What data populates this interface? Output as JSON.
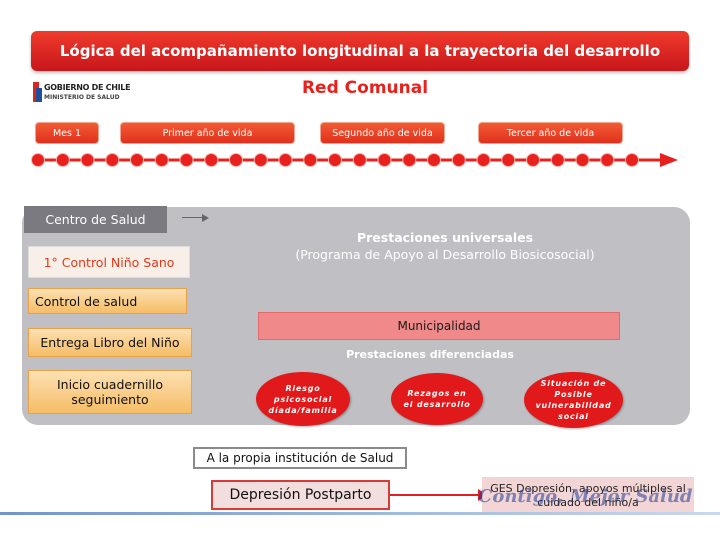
{
  "title": "Lógica del acompañamiento longitudinal a la trayectoria del desarrollo",
  "logo": {
    "line1": "GOBIERNO DE CHILE",
    "line2": "MINISTERIO DE SALUD"
  },
  "subtitle": "Red Comunal",
  "stages": [
    "Mes 1",
    "Primer año de vida",
    "Segundo año de vida",
    "Tercer año de vida"
  ],
  "timeline": {
    "dot_count": 25,
    "color": "#e8211e"
  },
  "centro_salud": "Centro de Salud",
  "left_items": {
    "control_nino": "1° Control Niño Sano",
    "control_salud": "Control de salud",
    "entrega_libro": "Entrega Libro del Niño",
    "inicio_cuadernillo": [
      "Inicio  cuadernillo",
      "seguimiento"
    ]
  },
  "prestaciones_universales": {
    "title": "Prestaciones universales",
    "subtitle": "(Programa de Apoyo al Desarrollo Biosicosocial)"
  },
  "municipalidad": "Municipalidad",
  "prestaciones_diferenciadas": "Prestaciones diferenciadas",
  "ellipses": [
    [
      "Riesgo",
      "psicosocial",
      "díada/familia"
    ],
    [
      "Rezagos en",
      "el desarrollo"
    ],
    [
      "Situación de",
      "Posible",
      "vulnerabilidad",
      "social"
    ]
  ],
  "propia_institucion": "A la propia institución de Salud",
  "depresion": "Depresión Postparto",
  "ges": [
    "GES Depresión, apoyos múltiples al",
    "cuidado del niño/a"
  ],
  "contigo_logo": "Contigo, Mejor Salud",
  "colors": {
    "red": "#e8211e",
    "orange": "#f6bd66",
    "panel_gray": "#c0c0c4",
    "pink": "#f08989"
  }
}
